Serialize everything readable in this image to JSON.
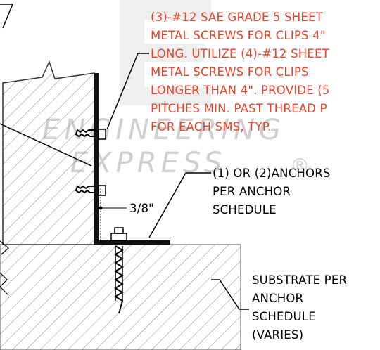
{
  "watermark": {
    "line1": "ENGINEERING",
    "line2": "EXPRESS",
    "registered": "®"
  },
  "callouts": {
    "screws": {
      "lines": [
        "(3)-#12 SAE GRADE 5 SHEET",
        "METAL SCREWS FOR CLIPS 4\"",
        "LONG. UTILIZE (4)-#12 SHEET",
        "METAL SCREWS FOR CLIPS",
        "LONGER THAN 4\". PROVIDE (5",
        "PITCHES MIN. PAST THREAD P",
        "FOR EACH SMS, TYP."
      ],
      "color": "#e2462c"
    },
    "anchors": {
      "lines": [
        "(1) OR (2)ANCHORS",
        "PER ANCHOR",
        "SCHEDULE"
      ]
    },
    "substrate": {
      "lines": [
        "SUBSTRATE PER",
        "ANCHOR",
        "SCHEDULE",
        "(VARIES)"
      ]
    }
  },
  "dimension": {
    "label": "3/8\""
  }
}
